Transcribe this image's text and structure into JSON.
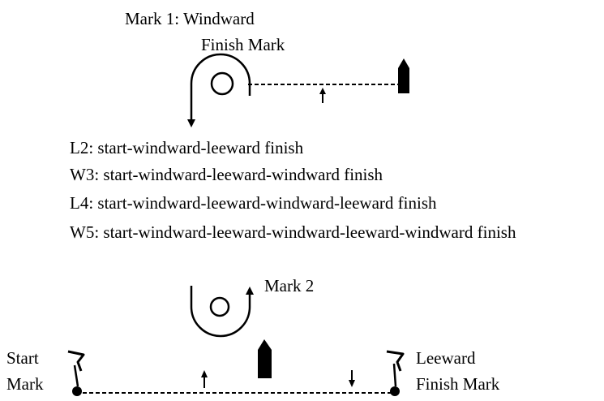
{
  "top_mark": {
    "label_line1": "Mark 1: Windward",
    "label_line2": "Finish Mark"
  },
  "courses": [
    "L2: start-windward-leeward finish",
    "W3: start-windward-leeward-windward finish",
    "L4: start-windward-leeward-windward-leeward finish",
    "W5: start-windward-leeward-windward-leeward-windward finish"
  ],
  "mark2": {
    "label": "Mark 2"
  },
  "start_mark": {
    "label_line1": "Start",
    "label_line2": "Mark"
  },
  "leeward_finish": {
    "label_line1": "Leeward",
    "label_line2": "Finish Mark"
  },
  "colors": {
    "ink": "#000000",
    "background": "#ffffff"
  }
}
